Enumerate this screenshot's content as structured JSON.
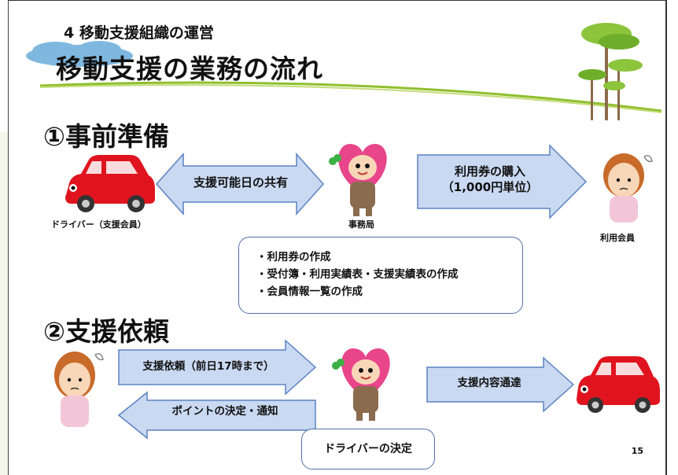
{
  "header": {
    "subtitle": "4 移動支援組織の運営",
    "title": "移動支援の業務の流れ"
  },
  "section1": {
    "heading": "①事前準備",
    "driver_caption": "ドライバー（支援会員）",
    "office_caption": "事務局",
    "member_caption": "利用会員",
    "arrow_share_label": "支援可能日の共有",
    "arrow_purchase_line1": "利用券の購入",
    "arrow_purchase_line2": "（1,000円単位）",
    "tasks": [
      "・利用券の作成",
      "・受付簿・利用実績表・支援実績表の作成",
      "・会員情報一覧の作成"
    ]
  },
  "section2": {
    "heading": "②支援依頼",
    "arrow_request_label": "支援依頼（前日17時まで）",
    "arrow_points_label": "ポイントの決定・通知",
    "arrow_notify_label": "支援内容通達",
    "decision_box": "ドライバーの決定"
  },
  "page_number": "15",
  "colors": {
    "arrow_fill": "#c9d9f2",
    "arrow_stroke": "#5b82c0",
    "car_red": "#e0141e",
    "mascot_pink": "#e8458b",
    "mascot_brown": "#8a6b4e",
    "title_line": "#8fbf2e",
    "cloud": "#7fb8df"
  },
  "icons": [
    "red-car-icon",
    "heart-mascot-icon",
    "woman-icon",
    "tree-icon",
    "cloud-icon"
  ]
}
